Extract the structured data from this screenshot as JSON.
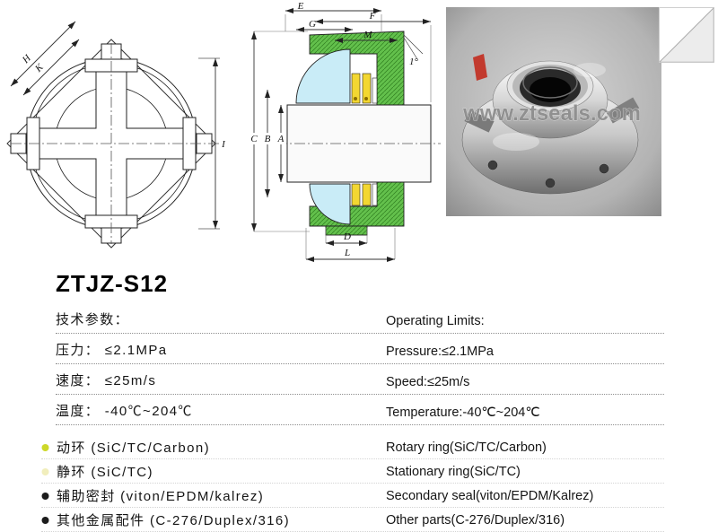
{
  "page": {
    "title": "ZTJZ-S12",
    "watermark": "www.ztseals.com"
  },
  "palette": {
    "drawing_green": "#63c04c",
    "drawing_cyan": "#c9ecf7",
    "drawing_yellow": "#f3d731",
    "photo_red_tab": "#c23a2e"
  },
  "front_view": {
    "labels": {
      "h": "H",
      "k": "K",
      "i": "I"
    }
  },
  "section_view": {
    "labels": {
      "e": "E",
      "f": "F",
      "g": "G",
      "m": "M",
      "angle": "1°",
      "a": "A",
      "b": "B",
      "c": "C",
      "d": "D",
      "l": "L"
    }
  },
  "specs": {
    "header": {
      "cn": "技术参数：",
      "en": "Operating Limits:"
    },
    "rows": [
      {
        "cn": "压力： ≤2.1MPa",
        "en": "Pressure:≤2.1MPa"
      },
      {
        "cn": "速度： ≤25m/s",
        "en": "Speed:≤25m/s"
      },
      {
        "cn": "温度： -40℃~204℃",
        "en": "Temperature:-40℃~204℃"
      }
    ]
  },
  "materials": {
    "rows": [
      {
        "bullet_color": "#cdd829",
        "cn": "动环 (SiC/TC/Carbon)",
        "en": "Rotary ring(SiC/TC/Carbon)"
      },
      {
        "bullet_color": "#f1eebc",
        "cn": "静环 (SiC/TC)",
        "en": "Stationary ring(SiC/TC)"
      },
      {
        "bullet_color": "#1c1c1c",
        "cn": "辅助密封 (viton/EPDM/kalrez)",
        "en": "Secondary seal(viton/EPDM/Kalrez)"
      },
      {
        "bullet_color": "#1c1c1c",
        "cn": "其他金属配件 (C-276/Duplex/316)",
        "en": "Other parts(C-276/Duplex/316)"
      }
    ]
  }
}
